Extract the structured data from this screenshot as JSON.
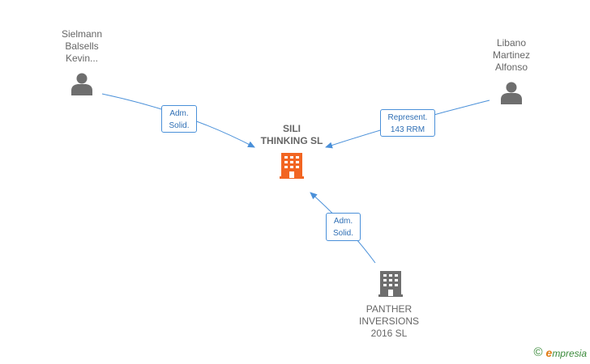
{
  "colors": {
    "edge": "#4a90d9",
    "person_icon": "#6e6e6e",
    "center_building": "#f26522",
    "other_building": "#6e6e6e"
  },
  "center_node": {
    "lines": [
      "SILI",
      "THINKING  SL"
    ],
    "icon": "building-icon"
  },
  "nodes": [
    {
      "id": "sielmann",
      "type": "person",
      "icon": "person-icon",
      "lines": [
        "Sielmann",
        "Balsells",
        "Kevin..."
      ]
    },
    {
      "id": "libano",
      "type": "person",
      "icon": "person-icon",
      "lines": [
        "Libano",
        "Martinez",
        "Alfonso"
      ]
    },
    {
      "id": "panther",
      "type": "company",
      "icon": "building-icon",
      "lines": [
        "PANTHER",
        "INVERSIONS",
        "2016  SL"
      ]
    }
  ],
  "edges": [
    {
      "from": "sielmann",
      "lines": [
        "Adm.",
        "Solid."
      ]
    },
    {
      "from": "libano",
      "lines": [
        "Represent.",
        "143 RRM"
      ]
    },
    {
      "from": "panther",
      "lines": [
        "Adm.",
        "Solid."
      ]
    }
  ],
  "brand": {
    "copyright": "©",
    "initial": "e",
    "rest": "mpresia"
  }
}
